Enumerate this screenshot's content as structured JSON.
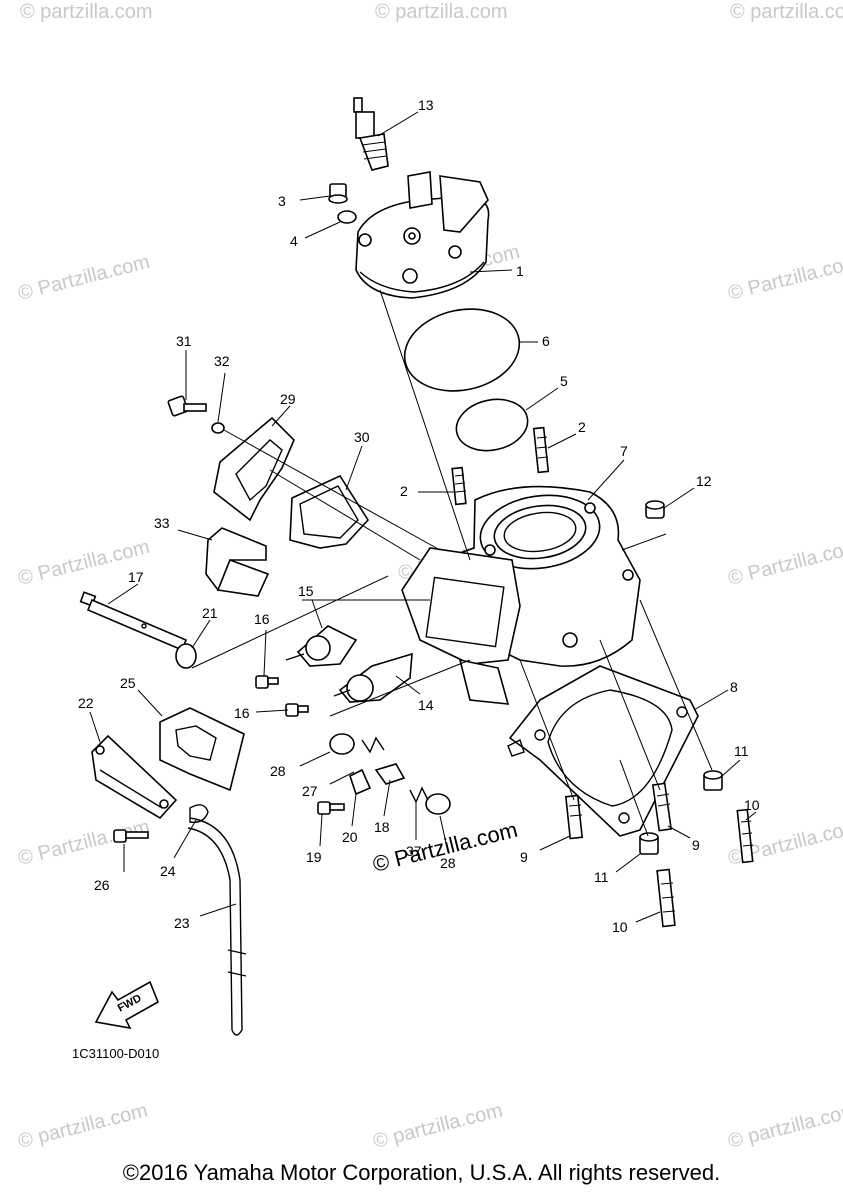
{
  "watermark": {
    "text": "© Partzilla.com",
    "text_lower": "© partzilla.com",
    "color": "#c8c8c8"
  },
  "center_watermark": "© Partzilla.com",
  "diagram_code": "1C31100-D010",
  "fwd_label": "FWD",
  "callouts": [
    "13",
    "3",
    "4",
    "1",
    "6",
    "5",
    "31",
    "32",
    "29",
    "30",
    "2",
    "2",
    "7",
    "12",
    "33",
    "17",
    "21",
    "15",
    "16",
    "16",
    "14",
    "8",
    "25",
    "22",
    "28",
    "27",
    "18",
    "37",
    "28",
    "20",
    "19",
    "26",
    "24",
    "23",
    "9",
    "9",
    "11",
    "11",
    "10",
    "10"
  ],
  "copyright": "©2016 Yamaha Motor Corporation, U.S.A. All rights reserved."
}
